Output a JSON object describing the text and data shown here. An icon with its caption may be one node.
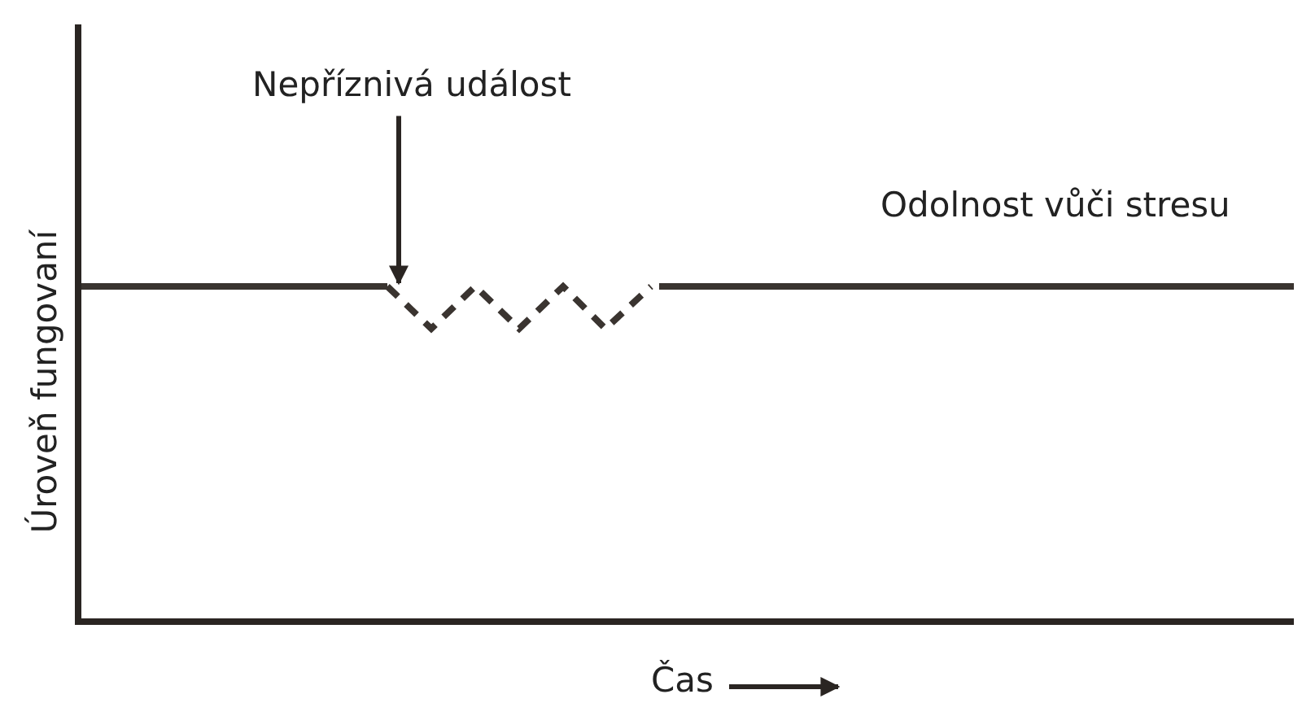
{
  "diagram": {
    "nodes": [
      {
        "text": [
          "Nepříznivá událost"
        ]
      },
      {
        "text": [],
        "shape": "line"
      }
    ],
    "edges": [
      {
        "from": 0,
        "to": 1,
        "arrow": "to"
      }
    ],
    "labels": [
      "Odolnost vůči stresu",
      "Úroveň fungovaní",
      "Čas"
    ]
  }
}
